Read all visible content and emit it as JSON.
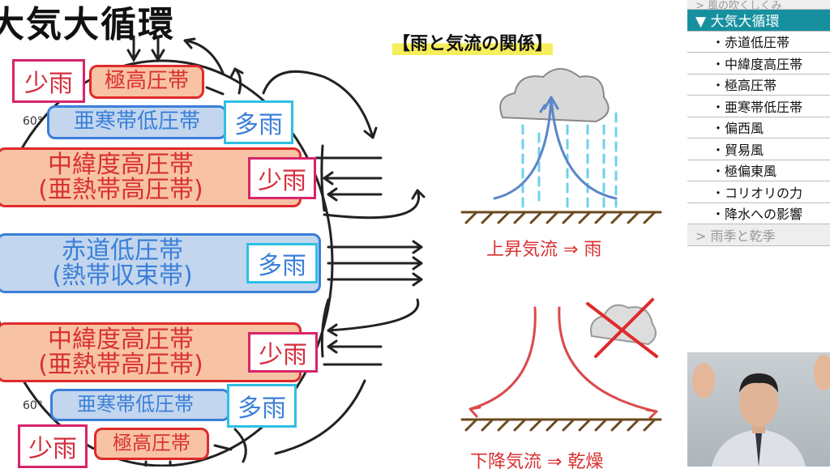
{
  "title": "大気大循環",
  "diagram": {
    "polar_high_top": "極高圧帯",
    "subpolar_low_top": "亜寒帯低圧帯",
    "midlat_high_top": [
      "中緯度高圧帯",
      "(亜熱帯高圧帯)"
    ],
    "equatorial_low": [
      "赤道低圧帯",
      "(熱帯収束帯)"
    ],
    "midlat_high_bottom": [
      "中緯度高圧帯",
      "(亜熱帯高圧帯)"
    ],
    "subpolar_low_bottom": "亜寒帯低圧帯",
    "polar_high_bottom": "極高圧帯",
    "little_rain": "少雨",
    "much_rain": "多雨",
    "lat60": "60°"
  },
  "relation": {
    "heading": "【雨と気流の関係】",
    "updraft": "上昇気流 ⇒ 雨",
    "downdraft": "下降気流 ⇒ 乾燥"
  },
  "sidebar": {
    "prev": "> 風の吹くしくみ",
    "active": "▼ 大気大循環",
    "items": [
      "・赤道低圧帯",
      "・中緯度高圧帯",
      "・極高圧帯",
      "・亜寒帯低圧帯",
      "・偏西風",
      "・貿易風",
      "・極偏東風",
      "・コリオリの力",
      "・降水への影響"
    ],
    "next": "> 雨季と乾季"
  },
  "colors": {
    "high": "#f8c3a4",
    "low": "#c3d6ee",
    "accent": "#16909f"
  }
}
